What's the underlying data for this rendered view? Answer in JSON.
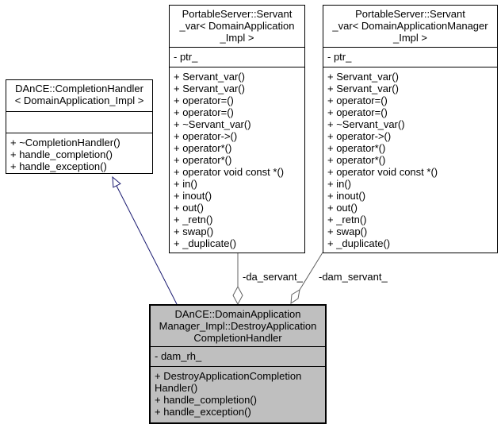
{
  "diagram": {
    "type": "uml-collaboration-diagram",
    "colors": {
      "inheritance_edge": "#191970",
      "usage_edge": "#606060",
      "main_class_fill": "#bfbfbf",
      "class_fill": "#ffffff",
      "border": "#000000"
    },
    "classes": [
      {
        "id": "completion-handler",
        "title_lines": [
          "DAnCE::CompletionHandler",
          "< DomainApplication_Impl >"
        ],
        "attributes": [],
        "methods": [
          "+ ~CompletionHandler()",
          "+ handle_completion()",
          "+ handle_exception()"
        ]
      },
      {
        "id": "servant-var-domain-application",
        "title_lines": [
          "PortableServer::Servant",
          "_var< DomainApplication",
          "_Impl >"
        ],
        "attributes": [
          "- ptr_"
        ],
        "methods": [
          "+ Servant_var()",
          "+ Servant_var()",
          "+ operator=()",
          "+ operator=()",
          "+ ~Servant_var()",
          "+ operator->()",
          "+ operator*()",
          "+ operator*()",
          "+ operator void const *()",
          "+ in()",
          "+ inout()",
          "+ out()",
          "+ _retn()",
          "+ swap()",
          "+ _duplicate()"
        ]
      },
      {
        "id": "servant-var-domain-application-manager",
        "title_lines": [
          "PortableServer::Servant",
          "_var< DomainApplicationManager",
          "_Impl >"
        ],
        "attributes": [
          "- ptr_"
        ],
        "methods": [
          "+ Servant_var()",
          "+ Servant_var()",
          "+ operator=()",
          "+ operator=()",
          "+ ~Servant_var()",
          "+ operator->()",
          "+ operator*()",
          "+ operator*()",
          "+ operator void const *()",
          "+ in()",
          "+ inout()",
          "+ out()",
          "+ _retn()",
          "+ swap()",
          "+ _duplicate()"
        ]
      },
      {
        "id": "destroy-application-completion-handler",
        "title_lines": [
          "DAnCE::DomainApplication",
          "Manager_Impl::DestroyApplication",
          "CompletionHandler"
        ],
        "attributes": [
          "- dam_rh_"
        ],
        "methods": [
          "+ DestroyApplicationCompletion",
          "Handler()",
          "+ handle_completion()",
          "+ handle_exception()"
        ]
      }
    ],
    "edges": {
      "inheritance": {
        "from": "destroy-application-completion-handler",
        "to": "completion-handler",
        "style": "solid-open-triangle"
      },
      "aggregations": [
        {
          "label": "-da_servant_",
          "from": "destroy-application-completion-handler",
          "to": "servant-var-domain-application",
          "style": "solid-open-diamond"
        },
        {
          "label": "-dam_servant_",
          "from": "destroy-application-completion-handler",
          "to": "servant-var-domain-application-manager",
          "style": "solid-open-diamond"
        }
      ]
    }
  }
}
